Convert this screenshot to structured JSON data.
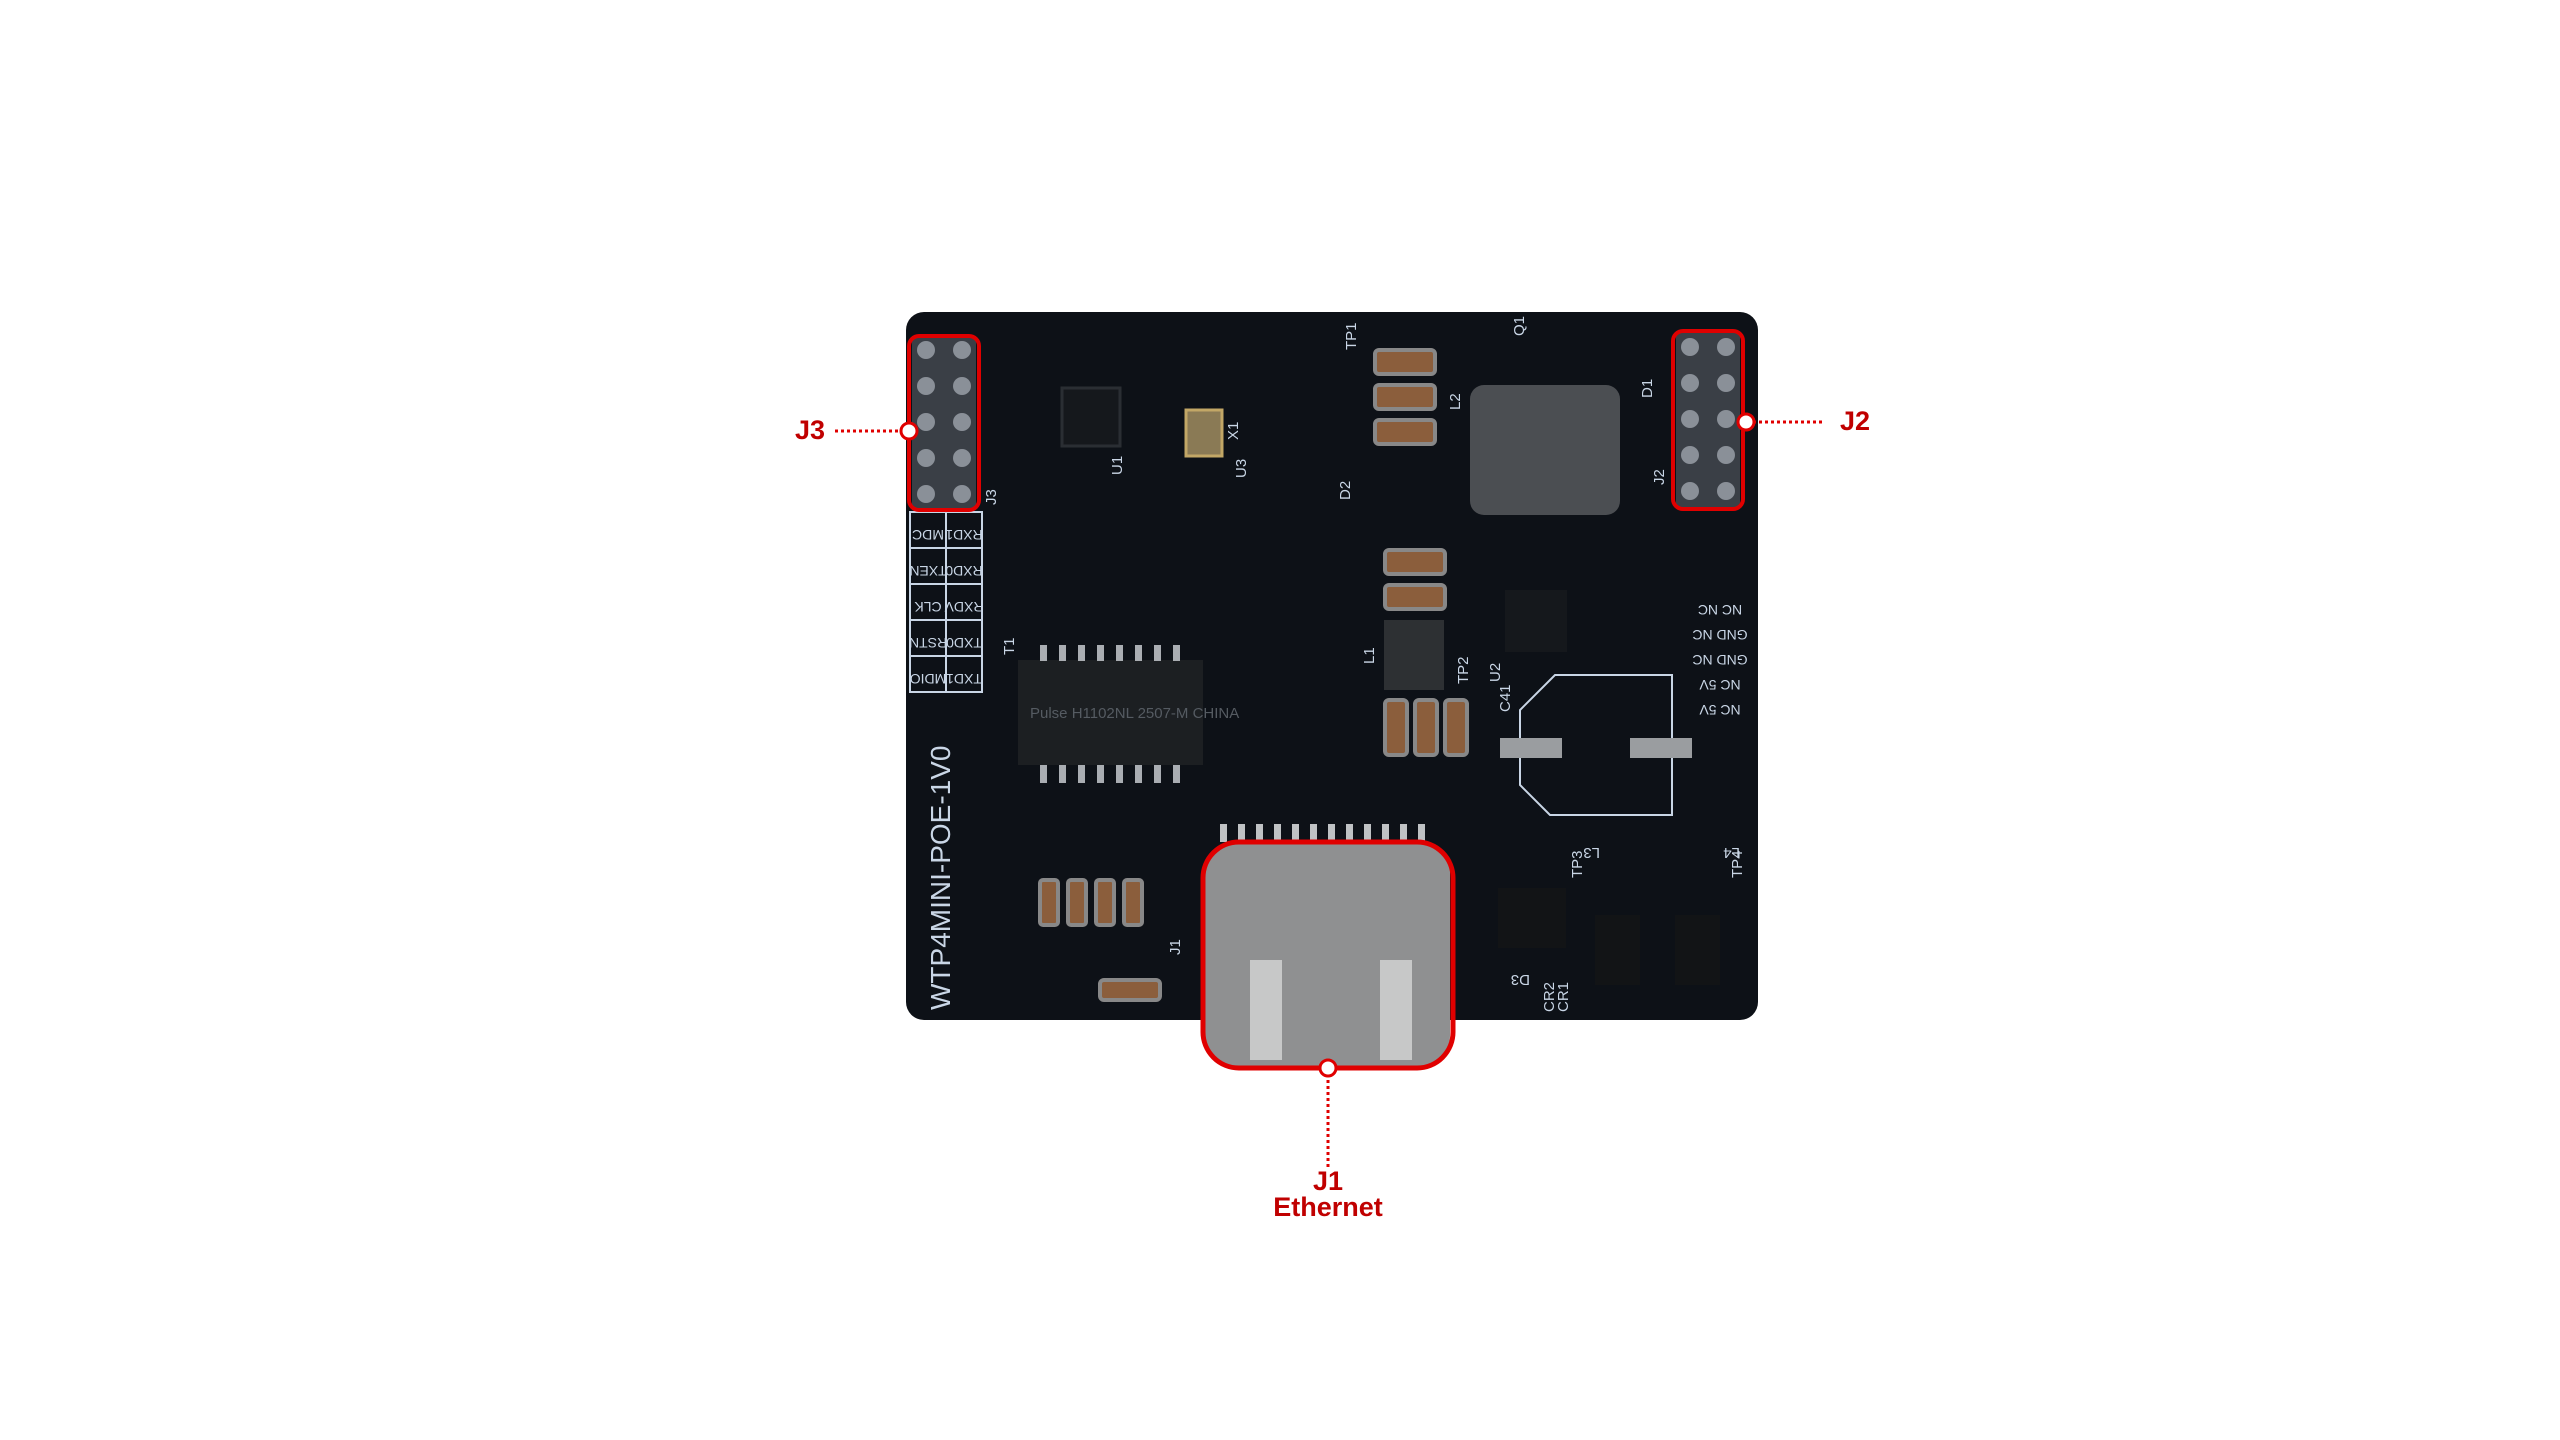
{
  "board": {
    "name_silk": "WTP4MINI-POE-1V0",
    "pin_table": [
      [
        "MDC",
        "RXD1"
      ],
      [
        "TXEN",
        "RXD0"
      ],
      [
        "CLK",
        "RXDV"
      ],
      [
        "RSTN",
        "TXD0"
      ],
      [
        "MDIO",
        "TXD1"
      ]
    ],
    "right_pins": [
      "NC NC",
      "GND NC",
      "GND NC",
      "NC 5V",
      "NC 5V"
    ],
    "transformer_marking": "Pulse H1102NL 2507-M CHINA",
    "designators": [
      "J3",
      "J2",
      "J1",
      "T1",
      "U1",
      "U2",
      "U3",
      "X1",
      "L1",
      "L2",
      "D1",
      "D2",
      "D3",
      "Q1",
      "TP1",
      "TP2",
      "TP3",
      "TP4",
      "C41",
      "CR1",
      "CR2",
      "L3",
      "L4"
    ]
  },
  "callouts": [
    {
      "id": "J3",
      "label": "J3"
    },
    {
      "id": "J2",
      "label": "J2"
    },
    {
      "id": "J1",
      "label": "J1",
      "sublabel": "Ethernet"
    }
  ],
  "colors": {
    "accent": "#e00000",
    "label": "#c00000",
    "board": "#0d1117",
    "silk": "#c9d6e6"
  }
}
